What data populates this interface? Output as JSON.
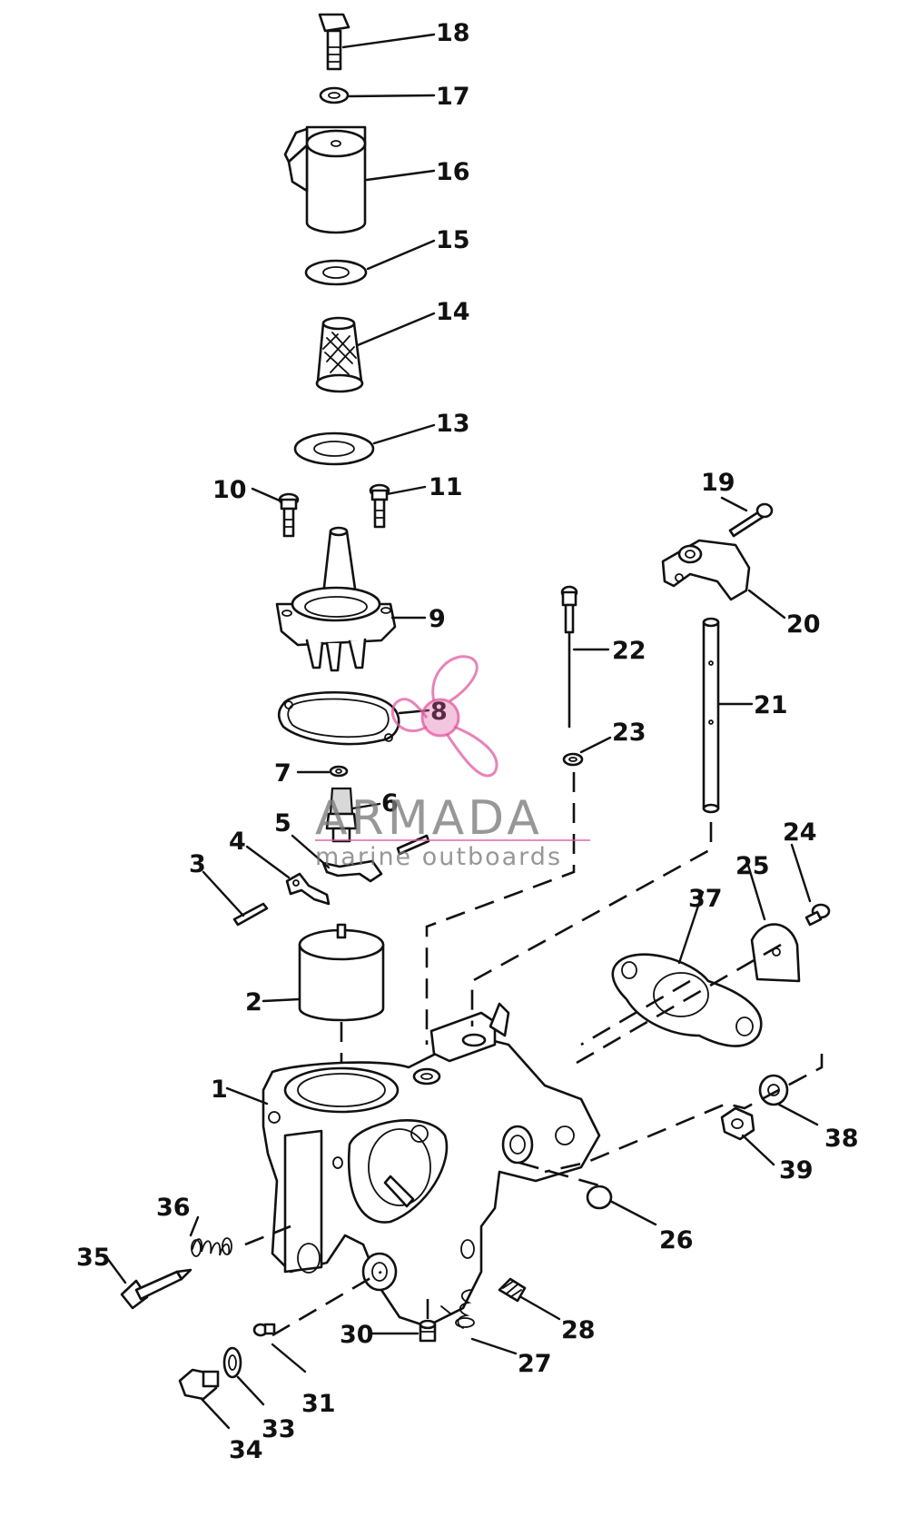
{
  "watermark": {
    "brand": "ARMADA",
    "tagline": "marine outboards",
    "brand_color": "#7a7a7a",
    "accent_color": "#e05aa0",
    "icon": "propeller-icon"
  },
  "callouts": {
    "c1": "1",
    "c2": "2",
    "c3": "3",
    "c4": "4",
    "c5": "5",
    "c6": "6",
    "c7": "7",
    "c8": "8",
    "c9": "9",
    "c10": "10",
    "c11": "11",
    "c13": "13",
    "c14": "14",
    "c15": "15",
    "c16": "16",
    "c17": "17",
    "c18": "18",
    "c19": "19",
    "c20": "20",
    "c21": "21",
    "c22": "22",
    "c23": "23",
    "c24": "24",
    "c25": "25",
    "c26": "26",
    "c27": "27",
    "c28": "28",
    "c30": "30",
    "c31": "31",
    "c33": "33",
    "c34": "34",
    "c35": "35",
    "c36": "36",
    "c37": "37",
    "c38": "38",
    "c39": "39"
  }
}
